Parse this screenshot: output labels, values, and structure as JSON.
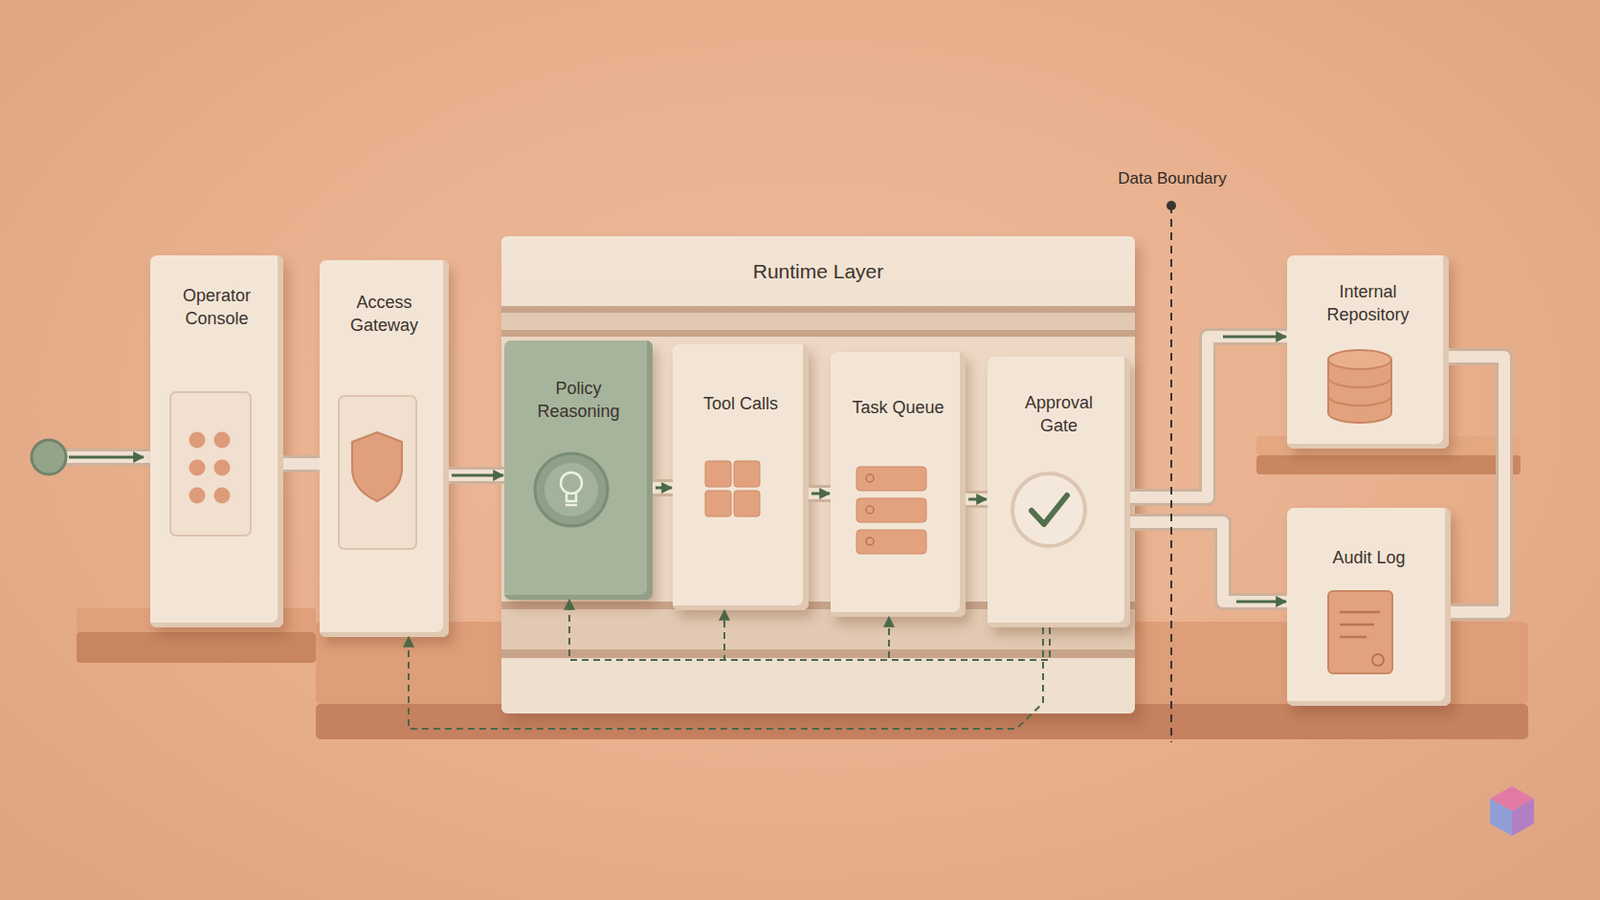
{
  "diagram": {
    "nodes": [
      {
        "text": [
          "Operator Console"
        ]
      },
      {
        "text": [
          "Access Gateway"
        ]
      },
      {
        "text": [
          "Runtime Layer"
        ]
      },
      {
        "text": [
          "Policy Reasoning"
        ],
        "in": 2
      },
      {
        "text": [
          "Tool Calls"
        ],
        "in": 2
      },
      {
        "text": [
          "Task Queue"
        ],
        "in": 2
      },
      {
        "text": [
          "Approval Gate"
        ],
        "in": 2
      },
      {
        "text": [
          "Internal Repository"
        ]
      },
      {
        "text": [
          "Audit Log"
        ]
      }
    ],
    "edges": [
      {
        "from": 0,
        "to": 1,
        "arrow": "none"
      },
      {
        "from": 1,
        "to": 3,
        "arrow": "to"
      },
      {
        "from": 3,
        "to": 4,
        "arrow": "to"
      },
      {
        "from": 4,
        "to": 5,
        "arrow": "to"
      },
      {
        "from": 5,
        "to": 6,
        "arrow": "to"
      },
      {
        "from": 6,
        "to": 7,
        "arrow": "to"
      },
      {
        "from": 6,
        "to": 8,
        "arrow": "to"
      },
      {
        "from": 7,
        "to": 8,
        "arrow": "none"
      },
      {
        "from": 6,
        "to": 3,
        "arrow": "to"
      },
      {
        "from": 6,
        "to": 4,
        "arrow": "to"
      },
      {
        "from": 6,
        "to": 5,
        "arrow": "to"
      },
      {
        "from": 6,
        "to": 1,
        "arrow": "to"
      }
    ],
    "labels": [
      "Data Boundary"
    ]
  }
}
